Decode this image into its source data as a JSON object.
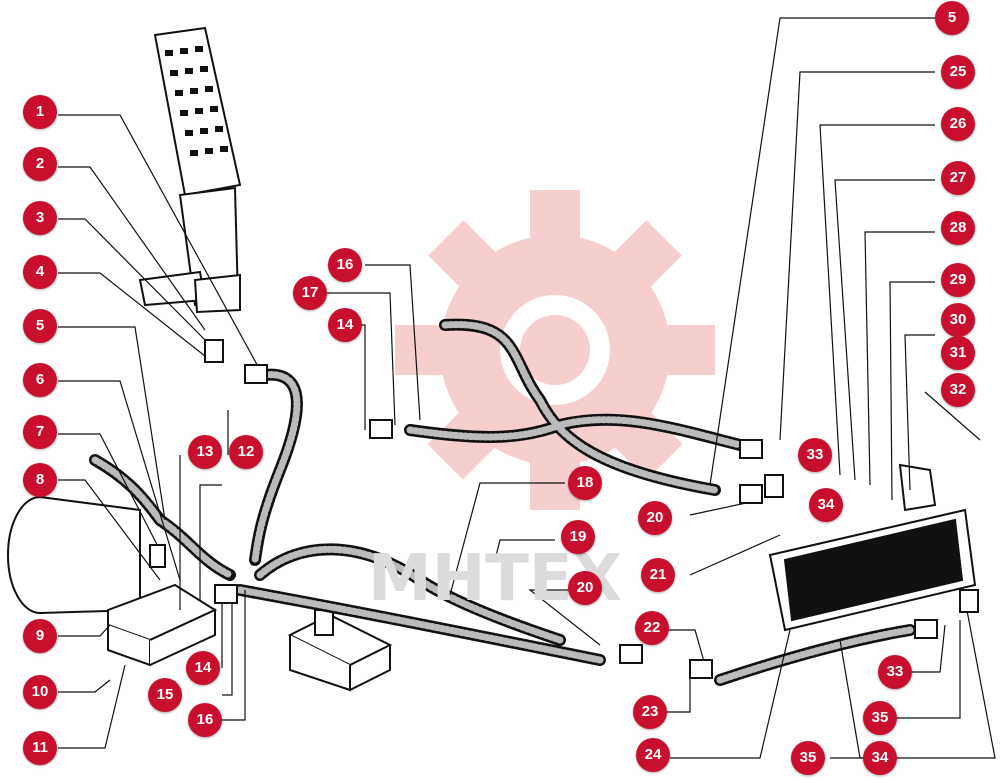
{
  "watermark": {
    "text": "МНТЕХ",
    "color": "#f6c6c6"
  },
  "callouts": [
    "1",
    "2",
    "3",
    "4",
    "5",
    "6",
    "7",
    "8",
    "9",
    "10",
    "11",
    "12",
    "13",
    "14",
    "14",
    "15",
    "16",
    "16",
    "17",
    "18",
    "19",
    "20",
    "20",
    "21",
    "22",
    "23",
    "24",
    "25",
    "26",
    "27",
    "28",
    "29",
    "30",
    "31",
    "32",
    "33",
    "33",
    "34",
    "34",
    "35",
    "35",
    "5"
  ],
  "colors": {
    "callout": "#c8102e",
    "line": "#111111",
    "hose": "#333333"
  }
}
